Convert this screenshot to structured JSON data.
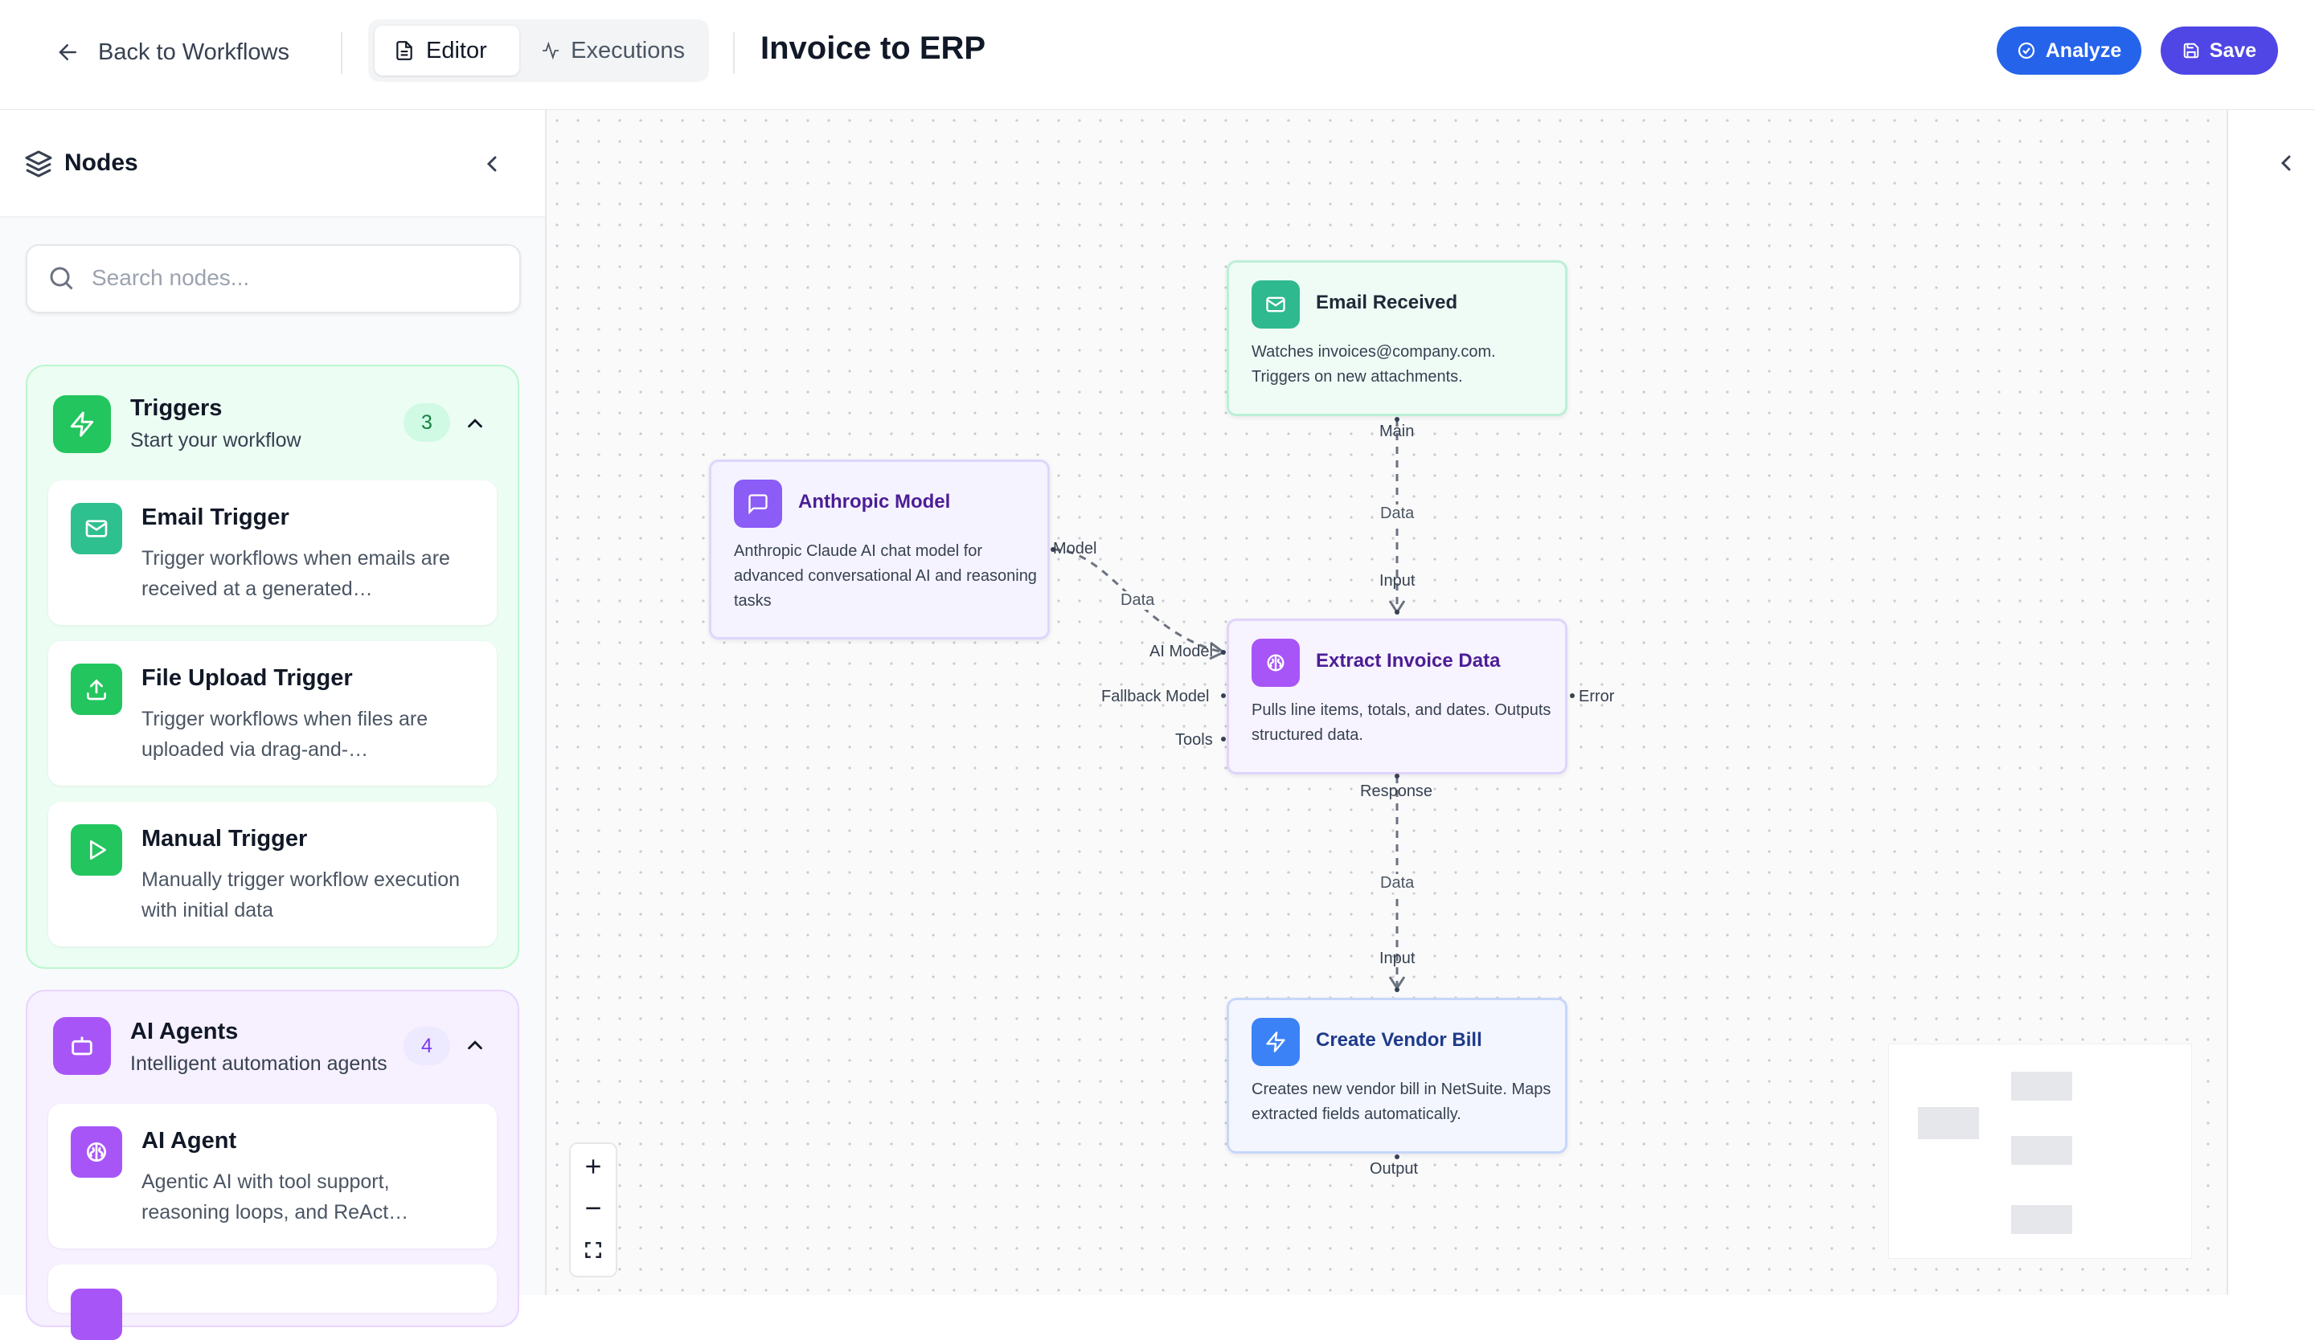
{
  "header": {
    "back_label": "Back to Workflows",
    "tabs": [
      {
        "label": "Editor",
        "active": true
      },
      {
        "label": "Executions",
        "active": false
      }
    ],
    "title": "Invoice to ERP",
    "analyze_label": "Analyze",
    "save_label": "Save"
  },
  "sidebar": {
    "title": "Nodes",
    "search_placeholder": "Search nodes...",
    "categories": [
      {
        "title": "Triggers",
        "subtitle": "Start your workflow",
        "count": "3",
        "color": "#22c55e",
        "items": [
          {
            "title": "Email Trigger",
            "desc": "Trigger workflows when emails are received at a generated…",
            "icon": "mail-icon",
            "color": "#2fc08f"
          },
          {
            "title": "File Upload Trigger",
            "desc": "Trigger workflows when files are uploaded via drag-and-…",
            "icon": "upload-icon",
            "color": "#22c55e"
          },
          {
            "title": "Manual Trigger",
            "desc": "Manually trigger workflow execution with initial data",
            "icon": "play-icon",
            "color": "#22c55e"
          }
        ]
      },
      {
        "title": "AI Agents",
        "subtitle": "Intelligent automation agents",
        "count": "4",
        "color": "#a855f7",
        "items": [
          {
            "title": "AI Agent",
            "desc": "Agentic AI with tool support, reasoning loops, and ReAct…",
            "icon": "brain-icon",
            "color": "#a855f7"
          }
        ]
      }
    ]
  },
  "canvas": {
    "nodes": {
      "email_received": {
        "title": "Email Received",
        "desc": "Watches invoices@company.com. Triggers on new attachments.",
        "color": "#2fb98e",
        "ports": {
          "out": "Main"
        }
      },
      "anthropic_model": {
        "title": "Anthropic Model",
        "desc": "Anthropic Claude AI chat model for advanced conversational AI and reasoning tasks",
        "color": "#8b5cf6",
        "ports": {
          "out": "Model"
        }
      },
      "extract_invoice": {
        "title": "Extract Invoice Data",
        "desc": "Pulls line items, totals, and dates. Outputs structured data.",
        "color": "#a855f7",
        "ports": {
          "in": "Input",
          "ai_model": "AI Model",
          "fallback": "Fallback Model",
          "tools": "Tools",
          "error": "Error",
          "out": "Response"
        }
      },
      "create_vendor_bill": {
        "title": "Create Vendor Bill",
        "desc": "Creates new vendor bill in NetSuite. Maps extracted fields automatically.",
        "color": "#3b82f6",
        "ports": {
          "in": "Input",
          "out": "Output"
        }
      }
    },
    "edge_labels": {
      "email_to_extract": "Data",
      "model_to_extract": "Data",
      "extract_to_bill": "Data"
    }
  },
  "colors": {
    "primary": "#4338ca",
    "analyze": "#2563eb",
    "save": "#4f46e5"
  }
}
